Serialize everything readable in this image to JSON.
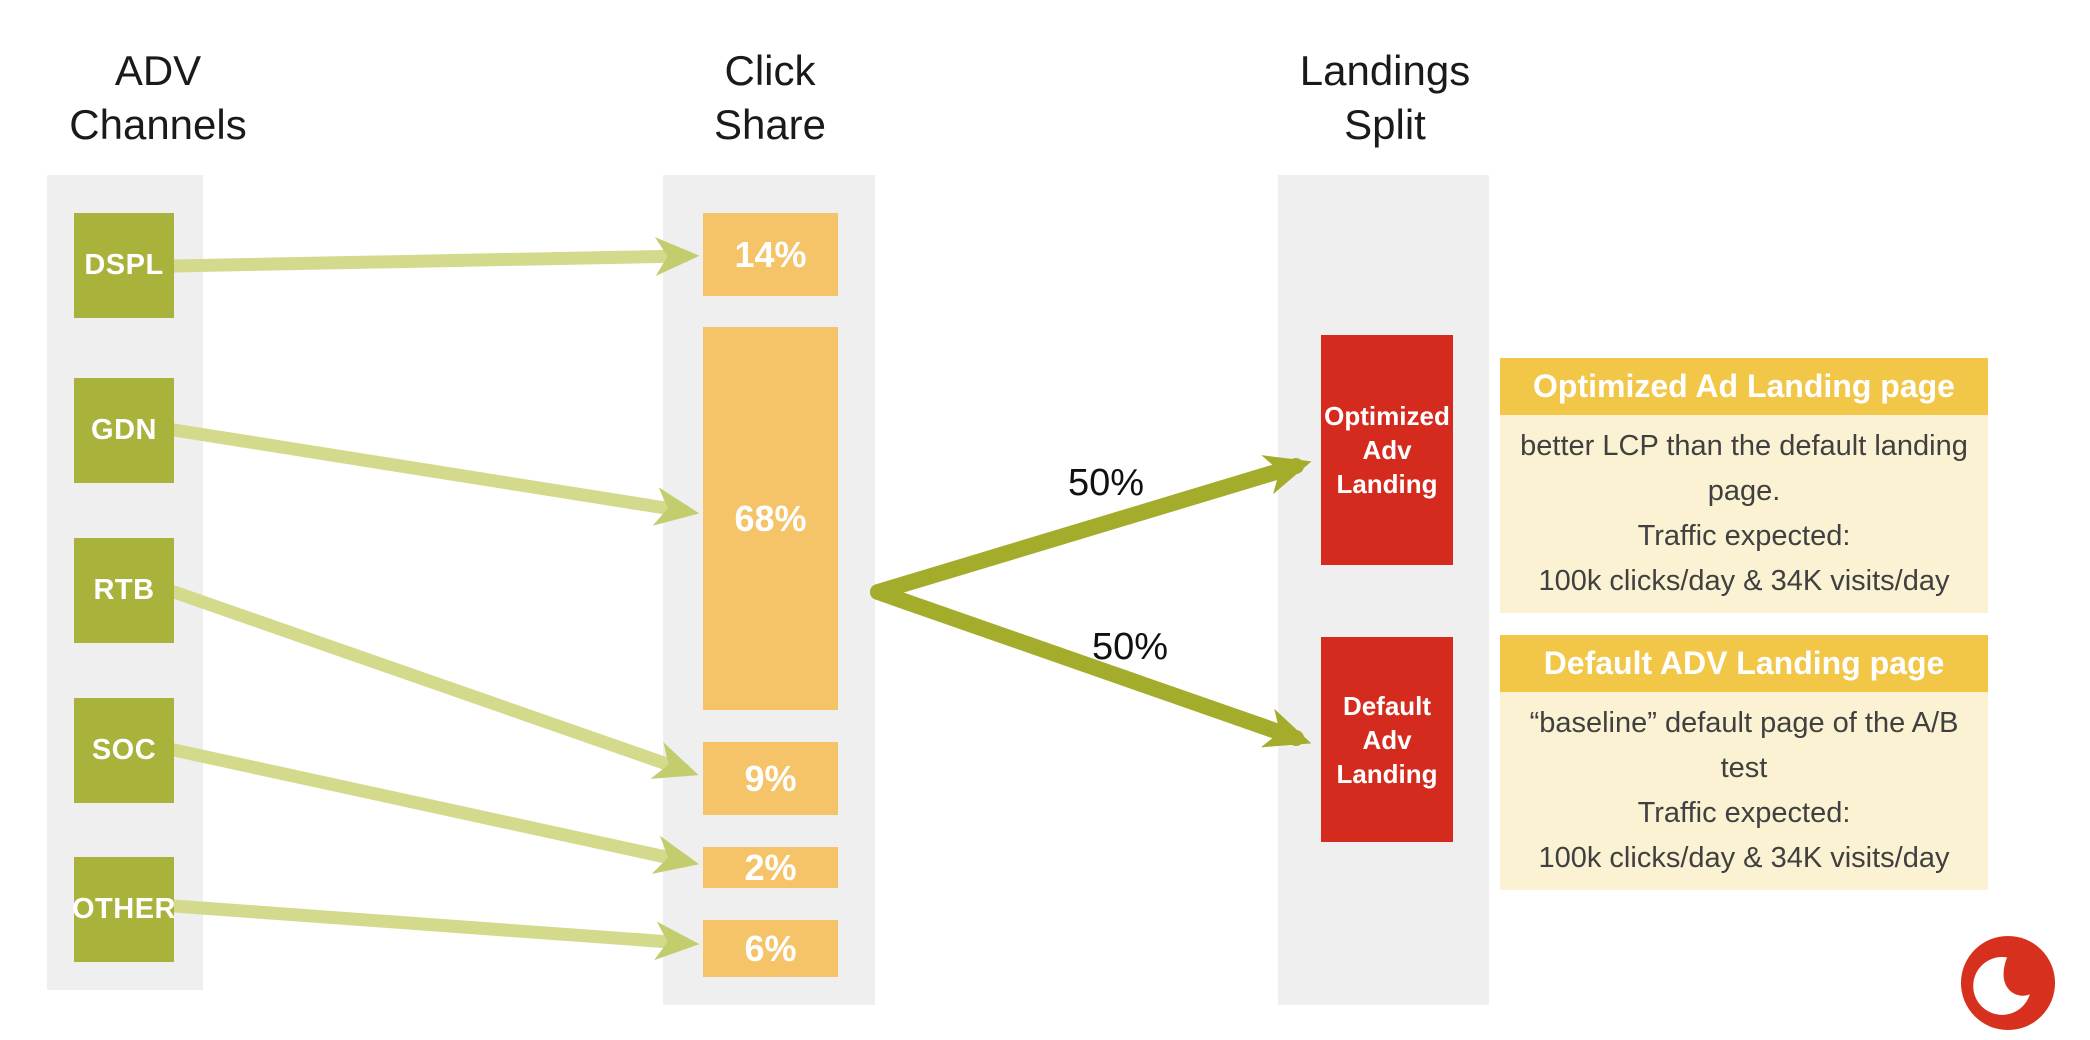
{
  "colors": {
    "strip_bg": "#efefef",
    "channel_box": "#a9b23a",
    "share_box": "#f5c469",
    "landing_box": "#d52b1e",
    "panel_header_bg": "#f2c647",
    "panel_body_bg": "#faf2d2",
    "arrow_light": "#d3da8c",
    "arrow_light_head": "#c3cd6e",
    "arrow_dark": "#a3ad2b",
    "logo_red": "#d7301f"
  },
  "columns": {
    "channels": {
      "title_line1": "ADV",
      "title_line2": "Channels"
    },
    "click_share": {
      "title_line1": "Click",
      "title_line2": "Share"
    },
    "landings": {
      "title_line1": "Landings",
      "title_line2": "Split"
    }
  },
  "channels": [
    {
      "label": "DSPL"
    },
    {
      "label": "GDN"
    },
    {
      "label": "RTB"
    },
    {
      "label": "SOC"
    },
    {
      "label": "OTHER"
    }
  ],
  "click_share": [
    {
      "label": "14%",
      "value": 14,
      "source": "DSPL"
    },
    {
      "label": "68%",
      "value": 68,
      "source": "GDN"
    },
    {
      "label": "9%",
      "value": 9,
      "source": "RTB"
    },
    {
      "label": "2%",
      "value": 2,
      "source": "SOC"
    },
    {
      "label": "6%",
      "value": 6,
      "source": "OTHER"
    }
  ],
  "split": {
    "top_label": "50%",
    "bottom_label": "50%"
  },
  "landings": [
    {
      "line1": "Optimized",
      "line2": "Adv",
      "line3": "Landing"
    },
    {
      "line1": "Default",
      "line2": "Adv",
      "line3": "Landing"
    }
  ],
  "panels": [
    {
      "title": "Optimized Ad Landing page",
      "line1": "better LCP than the default landing page.",
      "line2": "Traffic expected:",
      "line3": "100k clicks/day  & 34K visits/day"
    },
    {
      "title": "Default ADV Landing page",
      "line1": "“baseline” default page of the A/B test",
      "line2": "Traffic expected:",
      "line3": "100k clicks/day  & 34K visits/day"
    }
  ],
  "logo": {
    "name": "Vodafone speechmark"
  }
}
